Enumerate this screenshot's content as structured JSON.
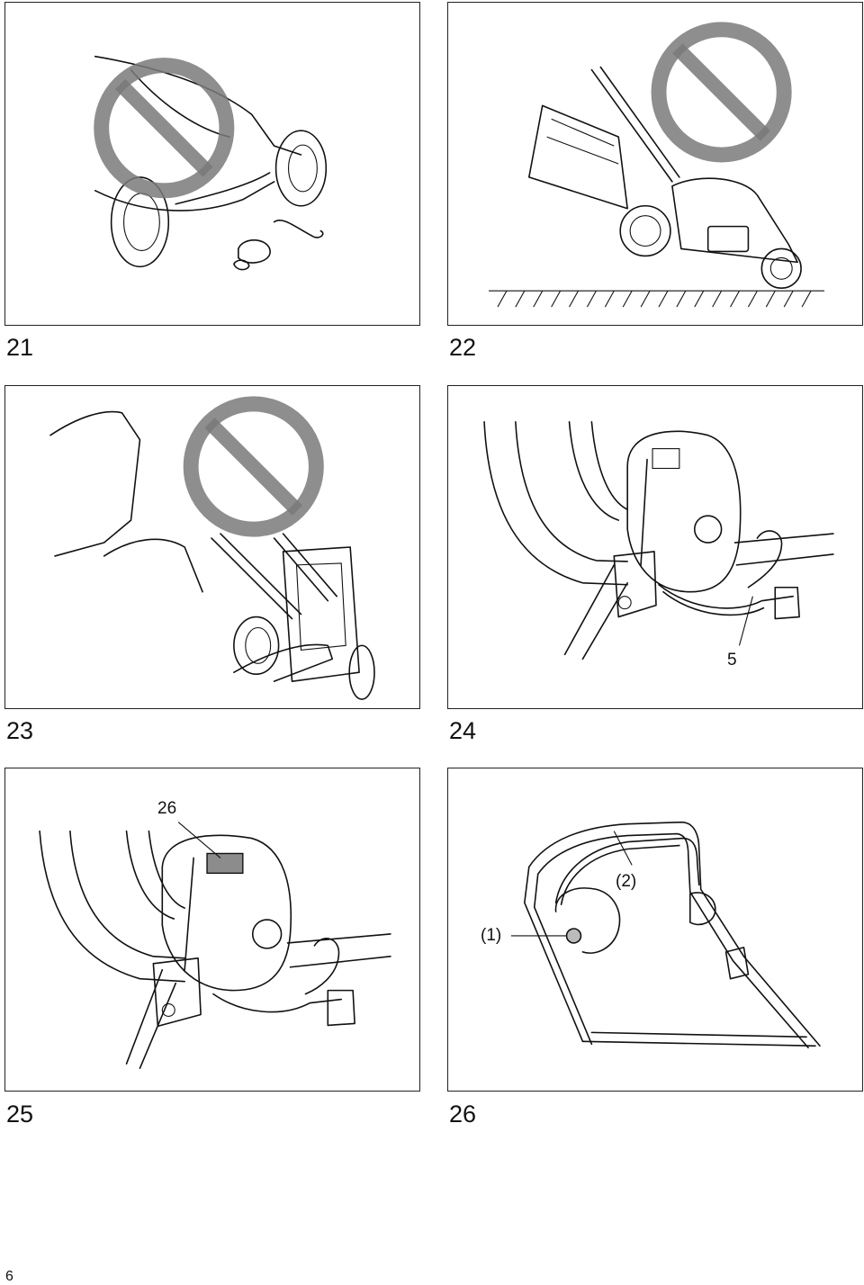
{
  "figures": [
    {
      "number": "21",
      "prohibited": true
    },
    {
      "number": "22",
      "prohibited": true
    },
    {
      "number": "23",
      "prohibited": true
    },
    {
      "number": "24",
      "prohibited": false,
      "callouts": [
        "5"
      ]
    },
    {
      "number": "25",
      "prohibited": false,
      "callouts": [
        "26"
      ]
    },
    {
      "number": "26",
      "prohibited": false,
      "callouts": [
        "(1)",
        "(2)"
      ]
    }
  ],
  "page_number": "6",
  "colors": {
    "border": "#222222",
    "prohibition_sign": "#7a7a7a",
    "label_fill": "#8c8c8c"
  },
  "icons": [
    "prohibition-icon"
  ]
}
